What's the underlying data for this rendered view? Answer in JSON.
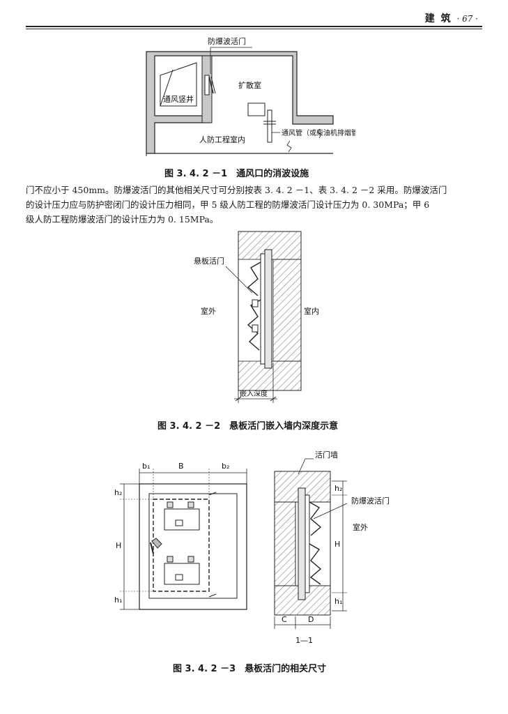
{
  "header": {
    "section": "建 筑",
    "page": "· 67 ·"
  },
  "figure1": {
    "labels": {
      "blast_valve": "防爆波活门",
      "diffusion_room": "扩散室",
      "vent_shaft": "通风竖井",
      "shelter_interior": "人防工程室内",
      "vent_pipe": "通风管（或柴油机排烟管）"
    },
    "caption": "图 3. 4. 2 －1　通风口的消波设施"
  },
  "paragraph": {
    "lines": [
      "门不应小于 450mm。防爆波活门的其他相关尺寸可分别按表 3. 4. 2 －1、表 3. 4. 2 －2 采用。防爆波活门",
      "的设计压力应与防护密闭门的设计压力相同，甲 5 级人防工程的防爆波活门设计压力为 0. 30MPa；甲 6",
      "级人防工程防爆波活门的设计压力为 0. 15MPa。"
    ]
  },
  "figure2": {
    "labels": {
      "hanging_valve": "悬板活门",
      "outdoor": "室外",
      "indoor": "室内",
      "embed_depth": "嵌入深度"
    },
    "caption": "图 3. 4. 2 －2　悬板活门嵌入墙内深度示意"
  },
  "figure3": {
    "labels": {
      "b1": "b₁",
      "B": "B",
      "b2": "b₂",
      "h2_left": "h₂",
      "H_left": "H",
      "h1_left": "h₁",
      "valve_wall": "活门墙",
      "blast_valve": "防爆波活门",
      "outdoor": "室外",
      "h2_right": "h₂",
      "H_right": "H",
      "h1_right": "h₁",
      "C": "C",
      "D": "D",
      "section": "1—1"
    },
    "caption": "图 3. 4. 2 －3　悬板活门的相关尺寸"
  }
}
